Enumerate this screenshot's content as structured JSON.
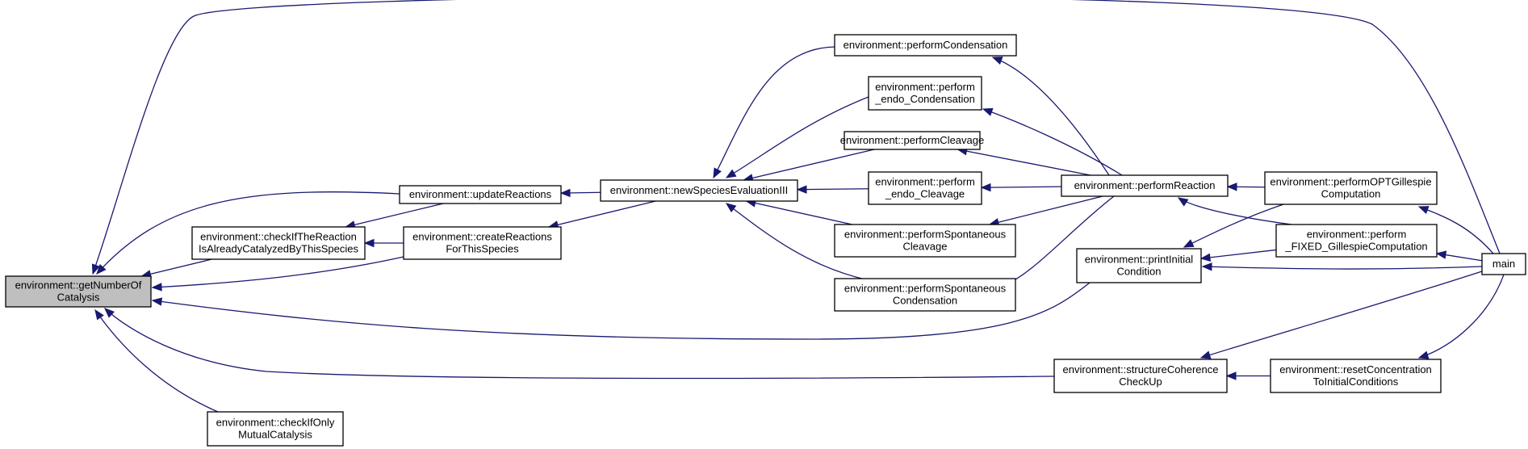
{
  "graph": {
    "nodes": [
      {
        "id": "getNumberOfCatalysis",
        "lines": [
          "environment::getNumberOf",
          "Catalysis"
        ],
        "focus": true
      },
      {
        "id": "updateReactions",
        "lines": [
          "environment::updateReactions"
        ]
      },
      {
        "id": "checkIfTheReactionIsAlreadyCatalyzedByThisSpecies",
        "lines": [
          "environment::checkIfTheReaction",
          "IsAlreadyCatalyzedByThisSpecies"
        ]
      },
      {
        "id": "createReactionsForThisSpecies",
        "lines": [
          "environment::createReactions",
          "ForThisSpecies"
        ]
      },
      {
        "id": "checkIfOnlyMutualCatalysis",
        "lines": [
          "environment::checkIfOnly",
          "MutualCatalysis"
        ]
      },
      {
        "id": "newSpeciesEvaluationIII",
        "lines": [
          "environment::newSpeciesEvaluationIII"
        ]
      },
      {
        "id": "performCondensation",
        "lines": [
          "environment::performCondensation"
        ]
      },
      {
        "id": "perform_endo_Condensation",
        "lines": [
          "environment::perform",
          "_endo_Condensation"
        ]
      },
      {
        "id": "performCleavage",
        "lines": [
          "environment::performCleavage"
        ]
      },
      {
        "id": "perform_endo_Cleavage",
        "lines": [
          "environment::perform",
          "_endo_Cleavage"
        ]
      },
      {
        "id": "performSpontaneousCleavage",
        "lines": [
          "environment::performSpontaneous",
          "Cleavage"
        ]
      },
      {
        "id": "performSpontaneousCondensation",
        "lines": [
          "environment::performSpontaneous",
          "Condensation"
        ]
      },
      {
        "id": "performReaction",
        "lines": [
          "environment::performReaction"
        ]
      },
      {
        "id": "printInitialCondition",
        "lines": [
          "environment::printInitial",
          "Condition"
        ]
      },
      {
        "id": "structureCoherenceCheckUp",
        "lines": [
          "environment::structureCoherence",
          "CheckUp"
        ]
      },
      {
        "id": "performOPTGillespieComputation",
        "lines": [
          "environment::performOPTGillespie",
          "Computation"
        ]
      },
      {
        "id": "perform_FIXED_GillespieComputation",
        "lines": [
          "environment::perform",
          "_FIXED_GillespieComputation"
        ]
      },
      {
        "id": "resetConcentrationToInitialConditions",
        "lines": [
          "environment::resetConcentration",
          "ToInitialConditions"
        ]
      },
      {
        "id": "main",
        "lines": [
          "main"
        ]
      }
    ],
    "edges": [
      {
        "from": "updateReactions",
        "to": "getNumberOfCatalysis"
      },
      {
        "from": "checkIfTheReactionIsAlreadyCatalyzedByThisSpecies",
        "to": "getNumberOfCatalysis"
      },
      {
        "from": "createReactionsForThisSpecies",
        "to": "getNumberOfCatalysis"
      },
      {
        "from": "checkIfOnlyMutualCatalysis",
        "to": "getNumberOfCatalysis"
      },
      {
        "from": "printInitialCondition",
        "to": "getNumberOfCatalysis"
      },
      {
        "from": "structureCoherenceCheckUp",
        "to": "getNumberOfCatalysis"
      },
      {
        "from": "main",
        "to": "getNumberOfCatalysis"
      },
      {
        "from": "updateReactions",
        "to": "checkIfTheReactionIsAlreadyCatalyzedByThisSpecies"
      },
      {
        "from": "createReactionsForThisSpecies",
        "to": "checkIfTheReactionIsAlreadyCatalyzedByThisSpecies"
      },
      {
        "from": "newSpeciesEvaluationIII",
        "to": "updateReactions"
      },
      {
        "from": "newSpeciesEvaluationIII",
        "to": "createReactionsForThisSpecies"
      },
      {
        "from": "performCondensation",
        "to": "newSpeciesEvaluationIII"
      },
      {
        "from": "perform_endo_Condensation",
        "to": "newSpeciesEvaluationIII"
      },
      {
        "from": "performCleavage",
        "to": "newSpeciesEvaluationIII"
      },
      {
        "from": "perform_endo_Cleavage",
        "to": "newSpeciesEvaluationIII"
      },
      {
        "from": "performSpontaneousCleavage",
        "to": "newSpeciesEvaluationIII"
      },
      {
        "from": "performSpontaneousCondensation",
        "to": "newSpeciesEvaluationIII"
      },
      {
        "from": "performReaction",
        "to": "performCondensation"
      },
      {
        "from": "performReaction",
        "to": "perform_endo_Condensation"
      },
      {
        "from": "performReaction",
        "to": "performCleavage"
      },
      {
        "from": "performReaction",
        "to": "perform_endo_Cleavage"
      },
      {
        "from": "performReaction",
        "to": "performSpontaneousCleavage"
      },
      {
        "from": "performReaction",
        "to": "performSpontaneousCondensation"
      },
      {
        "from": "performOPTGillespieComputation",
        "to": "performReaction"
      },
      {
        "from": "perform_FIXED_GillespieComputation",
        "to": "performReaction"
      },
      {
        "from": "performOPTGillespieComputation",
        "to": "printInitialCondition"
      },
      {
        "from": "perform_FIXED_GillespieComputation",
        "to": "printInitialCondition"
      },
      {
        "from": "main",
        "to": "printInitialCondition"
      },
      {
        "from": "main",
        "to": "performOPTGillespieComputation"
      },
      {
        "from": "main",
        "to": "perform_FIXED_GillespieComputation"
      },
      {
        "from": "main",
        "to": "structureCoherenceCheckUp"
      },
      {
        "from": "resetConcentrationToInitialConditions",
        "to": "structureCoherenceCheckUp"
      },
      {
        "from": "main",
        "to": "resetConcentrationToInitialConditions"
      }
    ]
  }
}
